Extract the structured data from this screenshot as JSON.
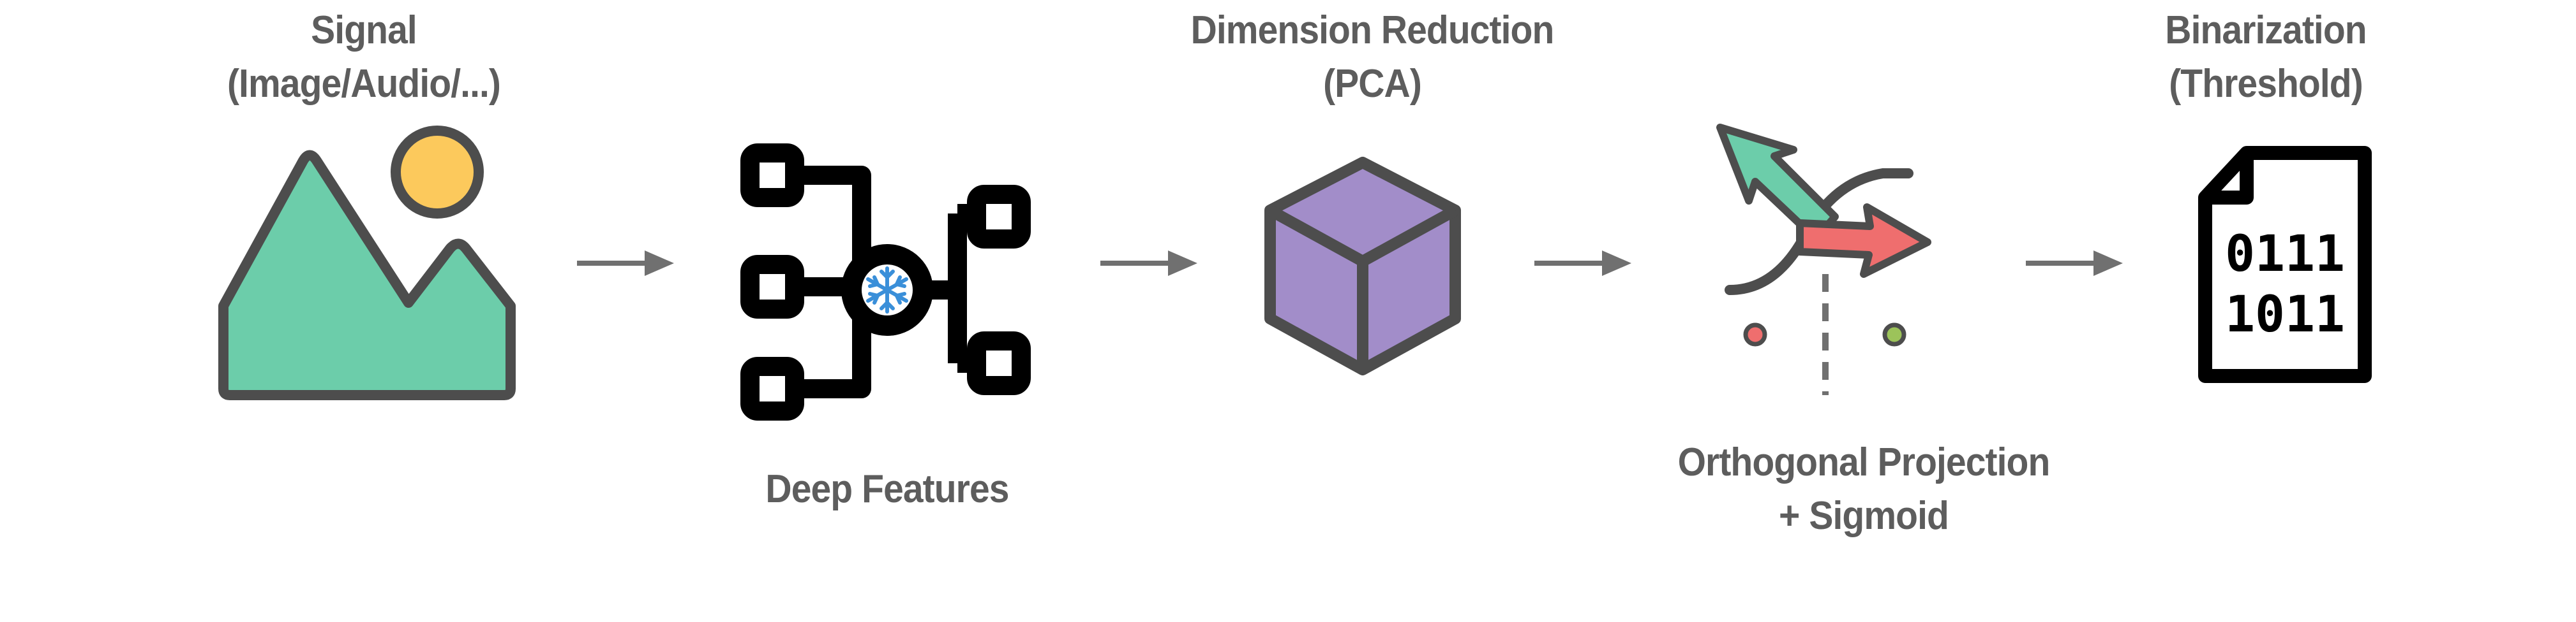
{
  "stages": {
    "signal": {
      "line1": "Signal",
      "line2": "(Image/Audio/...)"
    },
    "features": {
      "line1": "Deep Features"
    },
    "pca": {
      "line1": "Dimension Reduction",
      "line2": "(PCA)"
    },
    "projection": {
      "line1": "Orthogonal Projection",
      "line2": "+ Sigmoid"
    },
    "binarization": {
      "line1": "Binarization",
      "line2": "(Threshold)"
    }
  },
  "binary_code": {
    "row1": "0111",
    "row2": "1011"
  },
  "colors": {
    "label": "#5d5d5d",
    "outline": "#4d4d4d",
    "mountain": "#6ccdaa",
    "sun": "#fcc95c",
    "cube": "#a28dc9",
    "green_arrow": "#6ccdaa",
    "red_arrow": "#ef6e6e",
    "snowflake": "#3a8fd9",
    "flow_arrow": "#707070"
  },
  "icons": [
    "image-icon",
    "neural-network-icon",
    "snowflake-icon",
    "cube-icon",
    "projection-icon",
    "binary-file-icon"
  ]
}
